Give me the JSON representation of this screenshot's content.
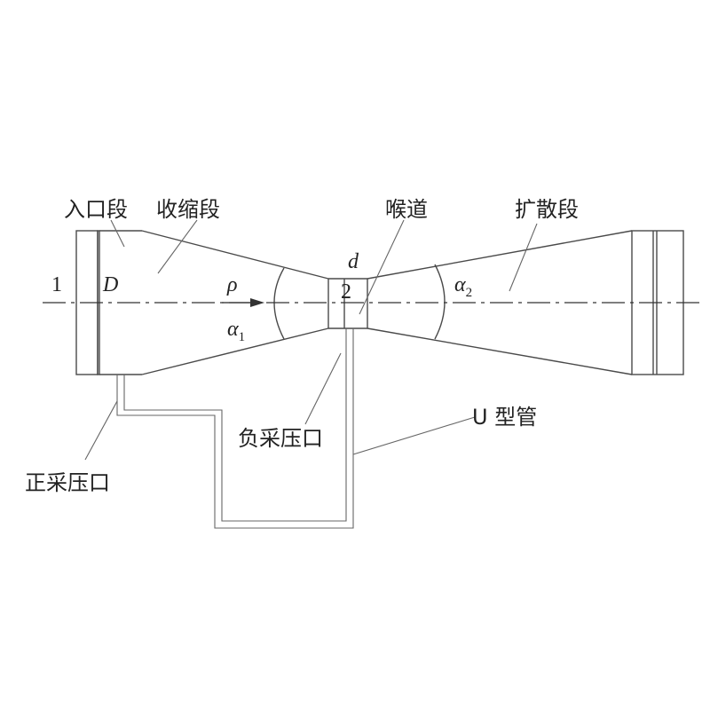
{
  "labels": {
    "inlet": "入口段",
    "converging": "收缩段",
    "throat": "喉道",
    "diffuser": "扩散段",
    "u_tube": "U 型管",
    "neg_tap": "负采压口",
    "pos_tap": "正采压口"
  },
  "symbols": {
    "section1": "1",
    "D": "D",
    "rho": "ρ",
    "alpha": "α",
    "alpha1_sub": "1",
    "alpha2_sub": "2",
    "d": "d",
    "section2": "2"
  }
}
